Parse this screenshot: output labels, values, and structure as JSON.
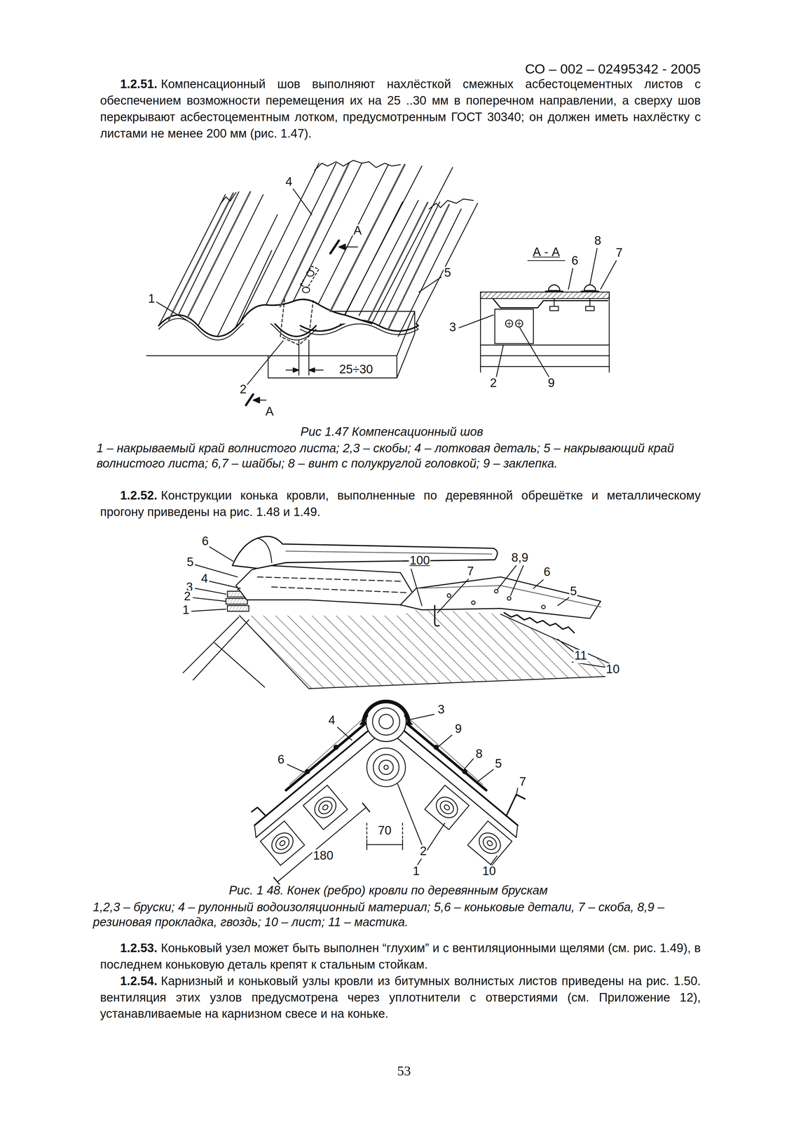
{
  "diagram": {
    "labels": [
      "СО – 002 – 02495342 - 2005",
      "1.2.51.",
      "Компенсационный шов выполняют нахлёсткой смежных асбестоцементных листов с обеспечением возможности перемещения их на 25 ..30 мм в поперечном направлении, а сверху шов перекрывают асбестоцементным лотком, предусмотренным ГОСТ 30340; он должен иметь нахлёстку с листами не менее 200 мм (рис. 1.47).",
      "4",
      "А",
      "1",
      "5",
      "2",
      "А",
      "25÷30",
      "А - А",
      "6",
      "8",
      "7",
      "3",
      "2",
      "9",
      "Рис 1.47 Компенсационный шов",
      "1 – накрываемый край волнистого листа; 2,3 – скобы; 4 – лотковая деталь; 5 – накрывающий край волнистого листа; 6,7 – шайбы; 8 – винт с полукруглой головкой; 9 – заклепка.",
      "1.2.52.",
      "Конструкции конька кровли, выполненные по деревянной обрешётке и металлическому прогону приведены на рис. 1.48 и 1.49.",
      "6",
      "5",
      "4",
      "3",
      "2",
      "1",
      "100",
      "7",
      "8,9",
      "6",
      "5",
      "11",
      "10",
      "4",
      "3",
      "9",
      "6",
      "8",
      "5",
      "7",
      "180",
      "70",
      "2",
      "1",
      "10",
      "Рис. 1 48. Конек (ребро) кровли по деревянным брускам",
      "1,2,3 – бруски; 4 – рулонный водоизоляционный материал; 5,6 – коньковые детали, 7 – скоба, 8,9 – резиновая прокладка, гвоздь; 10 – лист; 11 – мастика.",
      "1.2.53.",
      "Коньковый узел может быть выполнен “глухим” и с вентиляционными щелями (см. рис. 1.49), в последнем коньковую деталь крепят к стальным стойкам.",
      "1.2.54.",
      "Карнизный и коньковый узлы кровли из битумных волнистых листов приведены на рис. 1.50. вентиляция этих узлов предусмотрена через уплотнители с отверстиями (см. Приложение 12), устанавливаемые на карнизном свесе и на коньке.",
      "53"
    ]
  }
}
